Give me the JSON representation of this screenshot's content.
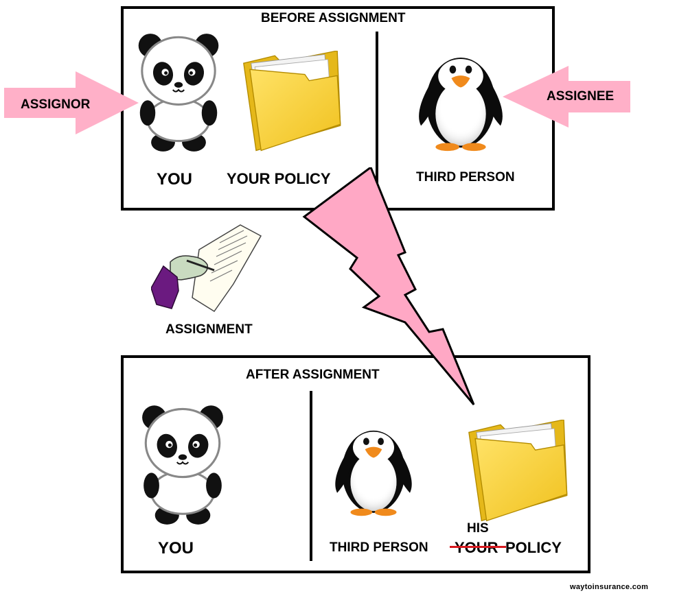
{
  "before": {
    "title": "BEFORE ASSIGNMENT",
    "you_label": "YOU",
    "policy_label": "YOUR POLICY",
    "third_person_label": "THIRD PERSON"
  },
  "roles": {
    "assignor": "ASSIGNOR",
    "assignee": "ASSIGNEE"
  },
  "assignment_label": "ASSIGNMENT",
  "after": {
    "title": "AFTER ASSIGNMENT",
    "you_label": "YOU",
    "third_person_label": "THIRD PERSON",
    "his_label": "HIS",
    "struck_label": "YOUR",
    "policy_suffix": "POLICY"
  },
  "watermark": "waytoinsurance.com",
  "colors": {
    "arrow_pink": "#ffb0c8",
    "bolt_pink": "#ffa8c5",
    "strike_red": "#d9191f",
    "folder_yellow": "#f7d131"
  },
  "icons": [
    "panda-icon",
    "folder-icon",
    "penguin-icon",
    "signing-hand-icon",
    "lightning-bolt-icon",
    "arrow-right-icon",
    "arrow-left-icon"
  ]
}
